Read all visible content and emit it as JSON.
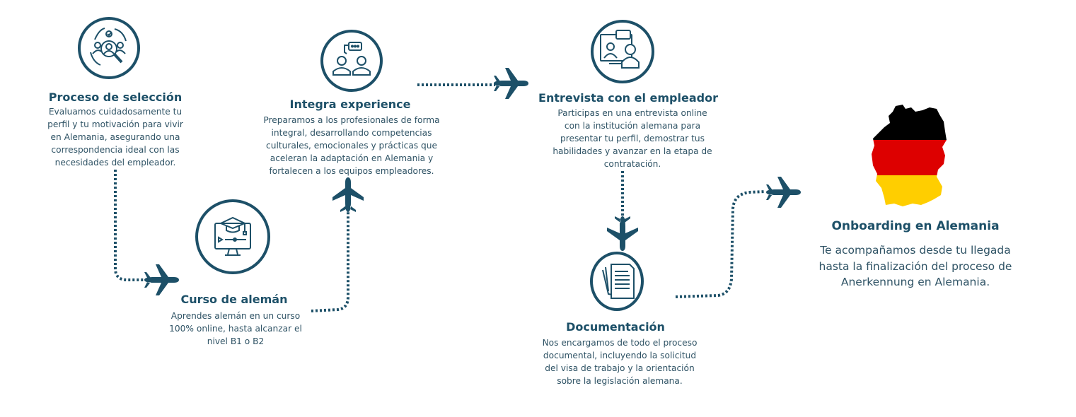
{
  "colors": {
    "primary": "#1d5068",
    "text": "#2f5365",
    "flag_black": "#000000",
    "flag_red": "#dd0000",
    "flag_gold": "#ffce00"
  },
  "steps": [
    {
      "icon": "recruitment-search-icon",
      "title": "Proceso de selección",
      "body": [
        "Evaluamos cuidadosamente tu",
        "perfil y tu motivación para vivir",
        "en Alemania, asegurando una",
        "correspondencia ideal con las",
        "necesidades del empleador."
      ]
    },
    {
      "icon": "online-course-icon",
      "title": "Curso de alemán",
      "body": [
        "Aprendes alemán en un curso",
        "100% online, hasta alcanzar el",
        "nivel B1 o B2"
      ]
    },
    {
      "icon": "people-conversation-icon",
      "title": "Integra experience",
      "body": [
        "Preparamos a los profesionales de forma",
        "integral, desarrollando competencias",
        "culturales, emocionales y prácticas que",
        "aceleran la adaptación en Alemania y",
        "fortalecen a los equipos empleadores."
      ]
    },
    {
      "icon": "video-interview-icon",
      "title": "Entrevista con el empleador",
      "body": [
        "Participas en una entrevista online",
        "con la institución alemana para",
        "presentar tu perfil, demostrar tus",
        "habilidades y avanzar en la etapa de",
        "contratación."
      ]
    },
    {
      "icon": "documents-icon",
      "title": "Documentación",
      "body": [
        "Nos encargamos de todo el proceso",
        "documental, incluyendo la solicitud",
        "del visa de trabajo y la orientación",
        "sobre la legislación alemana."
      ]
    },
    {
      "icon": "germany-flag-map-icon",
      "title": "Onboarding en Alemania",
      "body": [
        "Te acompañamos desde tu llegada",
        "hasta la finalización del proceso de",
        "Anerkennung en Alemania."
      ]
    }
  ]
}
